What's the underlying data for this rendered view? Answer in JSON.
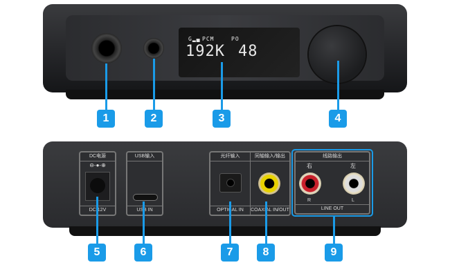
{
  "front": {
    "display": {
      "signal_label": "PCM",
      "mode_label": "PO",
      "sample_rate": "192K",
      "volume": "48"
    }
  },
  "back": {
    "dc": {
      "title": "DC电源",
      "bottom": "DC 12V"
    },
    "usb": {
      "title": "USB输入",
      "bottom": "USB IN"
    },
    "optical": {
      "title": "光纤输入",
      "bottom": "OPTICAL IN"
    },
    "coaxial": {
      "title": "同轴输入/输出",
      "bottom": "COAXIAL IN/OUT"
    },
    "lineout": {
      "title": "线路输出",
      "right_cn": "右",
      "left_cn": "左",
      "right": "R",
      "left": "L",
      "bottom": "LINE OUT"
    }
  },
  "badges": [
    "1",
    "2",
    "3",
    "4",
    "5",
    "6",
    "7",
    "8",
    "9"
  ],
  "colors": {
    "accent": "#1a9be8"
  }
}
